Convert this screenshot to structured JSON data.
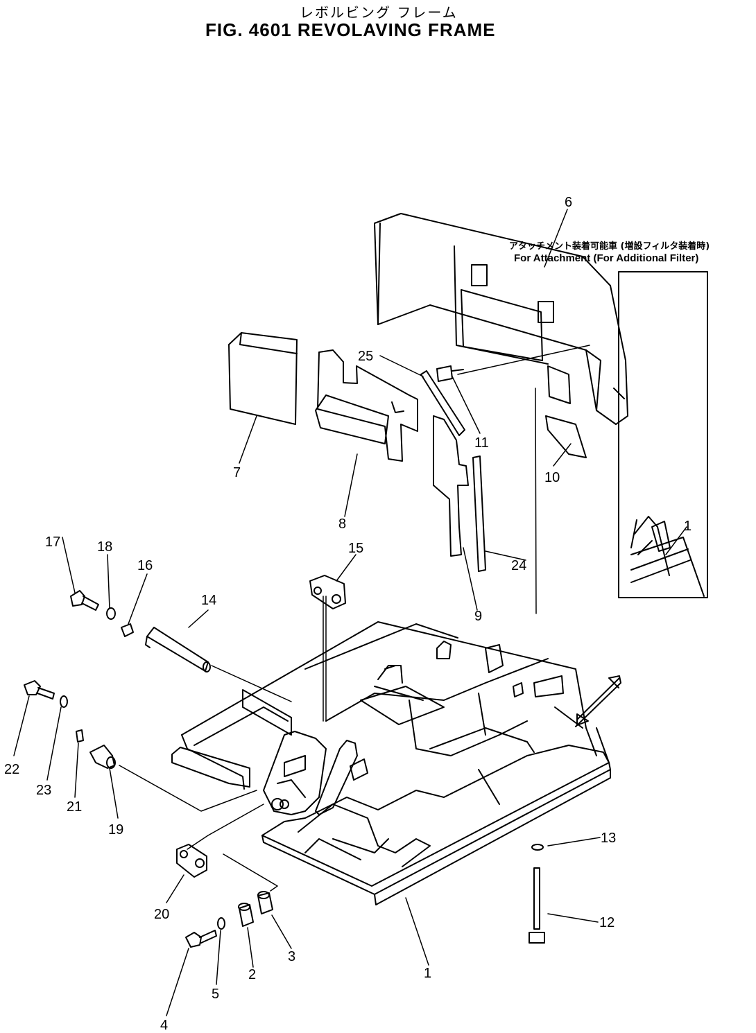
{
  "header": {
    "title_jp": "レボルビング フレーム",
    "title_en": "FIG. 4601  REVOLAVING FRAME"
  },
  "inset": {
    "note_jp": "アタッチメント装着可能車 (増設フィルタ装着時)",
    "note_en": "For Attachment   (For Additional Filter)",
    "callout": "1"
  },
  "callouts": {
    "c1": "1",
    "c2": "2",
    "c3": "3",
    "c4": "4",
    "c5": "5",
    "c6": "6",
    "c7": "7",
    "c8": "8",
    "c9": "9",
    "c10": "10",
    "c11": "11",
    "c12": "12",
    "c13": "13",
    "c14": "14",
    "c15": "15",
    "c16": "16",
    "c17": "17",
    "c18": "18",
    "c19": "19",
    "c20": "20",
    "c21": "21",
    "c22": "22",
    "c23": "23",
    "c24": "24",
    "c25": "25"
  }
}
